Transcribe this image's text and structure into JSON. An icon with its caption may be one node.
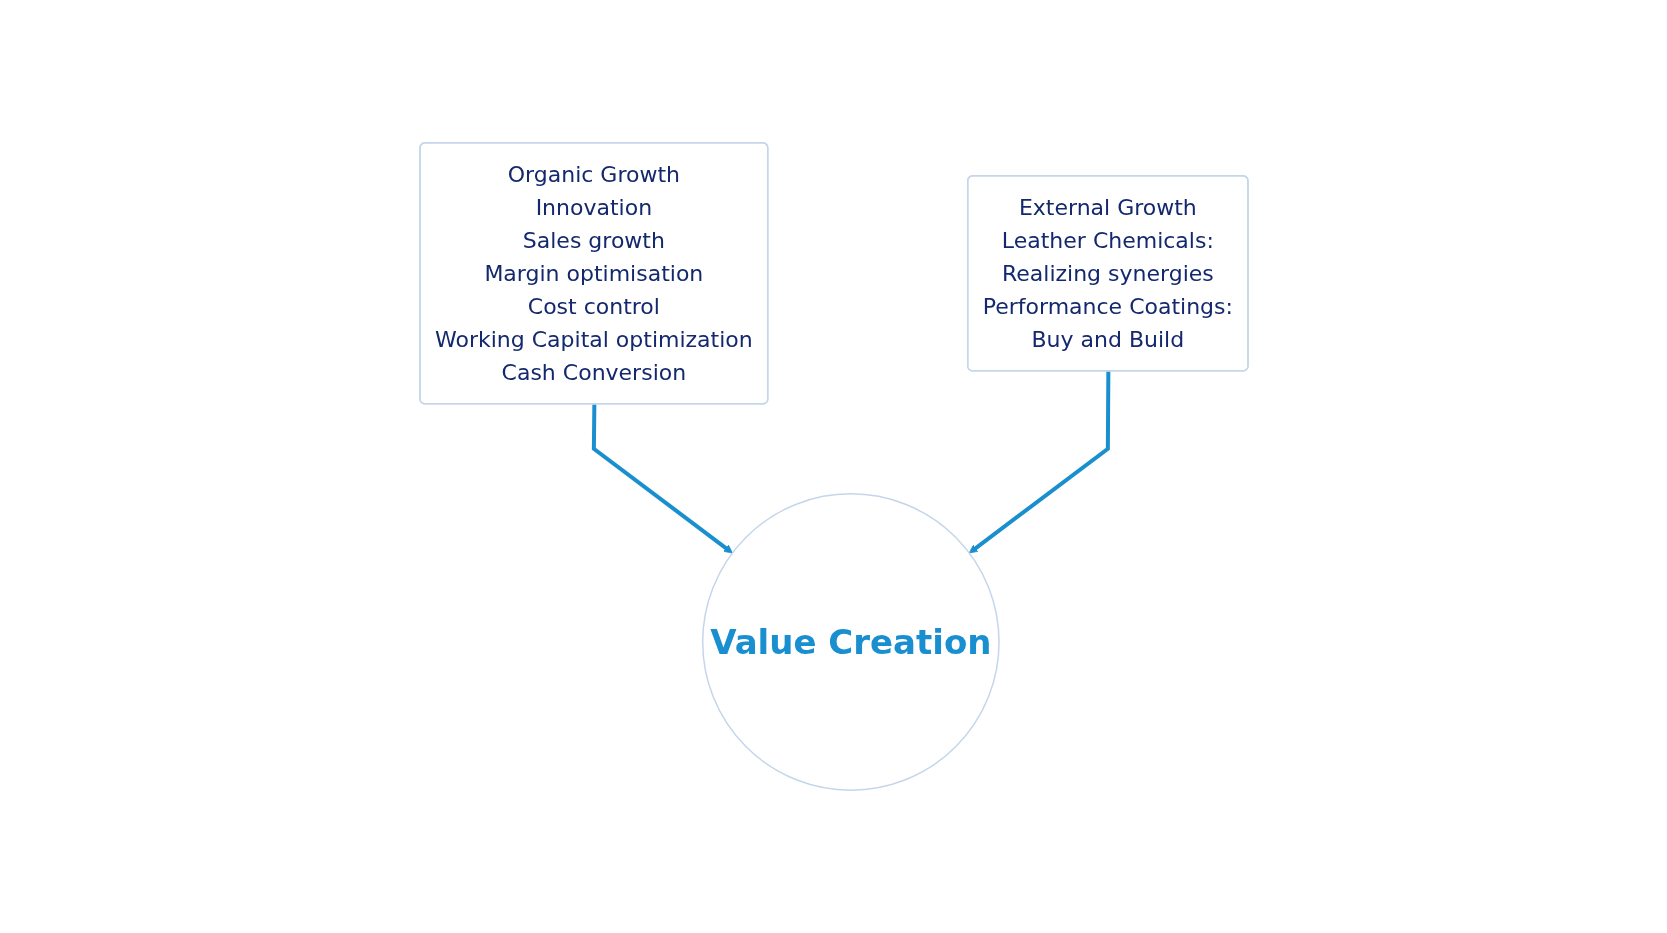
{
  "diagram": {
    "nodes": [
      {
        "text": [
          "Organic Growth",
          "Innovation",
          "Sales growth",
          "Margin optimisation",
          "Cost control",
          "Working Capital optimization",
          "Cash Conversion"
        ]
      },
      {
        "text": [
          "External Growth",
          "Leather Chemicals:",
          "Realizing synergies",
          "Performance Coatings:",
          "Buy and Build"
        ]
      },
      {
        "text": [
          "Value Creation"
        ]
      }
    ],
    "edges": [
      {
        "from": 0,
        "to": 2,
        "arrow": "to"
      },
      {
        "from": 1,
        "to": 2,
        "arrow": "to"
      }
    ]
  }
}
